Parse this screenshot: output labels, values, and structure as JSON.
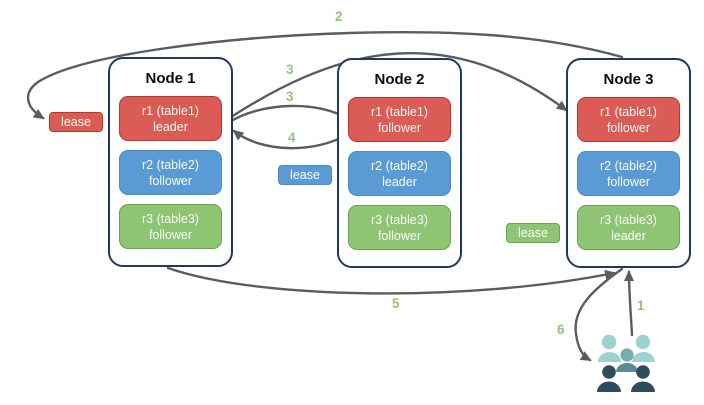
{
  "nodes": [
    {
      "title": "Node 1",
      "replicas": [
        {
          "name": "r1 (table1)",
          "role": "leader",
          "color": "red"
        },
        {
          "name": "r2 (table2)",
          "role": "follower",
          "color": "blue"
        },
        {
          "name": "r3 (table3)",
          "role": "follower",
          "color": "green"
        }
      ]
    },
    {
      "title": "Node 2",
      "replicas": [
        {
          "name": "r1 (table1)",
          "role": "follower",
          "color": "red"
        },
        {
          "name": "r2 (table2)",
          "role": "leader",
          "color": "blue"
        },
        {
          "name": "r3 (table3)",
          "role": "follower",
          "color": "green"
        }
      ]
    },
    {
      "title": "Node 3",
      "replicas": [
        {
          "name": "r1 (table1)",
          "role": "follower",
          "color": "red"
        },
        {
          "name": "r2 (table2)",
          "role": "follower",
          "color": "blue"
        },
        {
          "name": "r3 (table3)",
          "role": "leader",
          "color": "green"
        }
      ]
    }
  ],
  "leases": [
    {
      "label": "lease",
      "color": "red"
    },
    {
      "label": "lease",
      "color": "blue"
    },
    {
      "label": "lease",
      "color": "green"
    }
  ],
  "step_labels": [
    "1",
    "2",
    "3",
    "3",
    "4",
    "5",
    "6"
  ],
  "icons": {
    "users": "users-group-icon"
  },
  "colors": {
    "replica_red": "#DB5B55",
    "replica_red_border": "#BE3430",
    "replica_blue": "#5B9BD5",
    "replica_blue_border": "#4A8BC3",
    "replica_green": "#8DC573",
    "replica_green_border": "#6CA052",
    "node_border": "#1F3864",
    "arrow": "#5C5C5C",
    "step_label": "#93C47D",
    "users_light": "#9ED1D0",
    "users_mid_head": "#72AEB2",
    "users_mid_body": "#5E8996",
    "users_dark": "#2E4D5C"
  }
}
